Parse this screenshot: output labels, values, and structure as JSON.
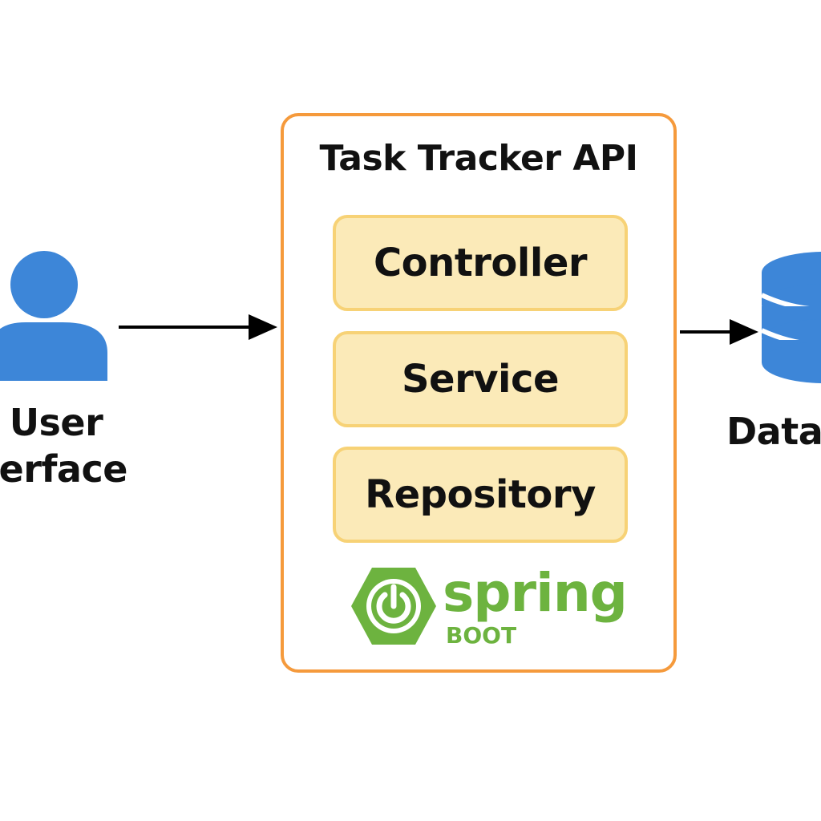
{
  "user": {
    "label_line1": "User",
    "label_line2": "terface"
  },
  "api": {
    "title": "Task Tracker API",
    "layers": [
      {
        "label": "Controller"
      },
      {
        "label": "Service"
      },
      {
        "label": "Repository"
      }
    ]
  },
  "logo": {
    "word": "spring",
    "sub": "BOOT"
  },
  "database": {
    "label": "Data"
  },
  "icons": {
    "user": "user-icon",
    "database": "database-icon",
    "power": "power-icon"
  },
  "colors": {
    "icon_blue": "#3d86d8",
    "container_border": "#f59a3c",
    "layer_fill": "#fbeab8",
    "layer_border": "#f7d276",
    "spring_green": "#6db33f"
  }
}
